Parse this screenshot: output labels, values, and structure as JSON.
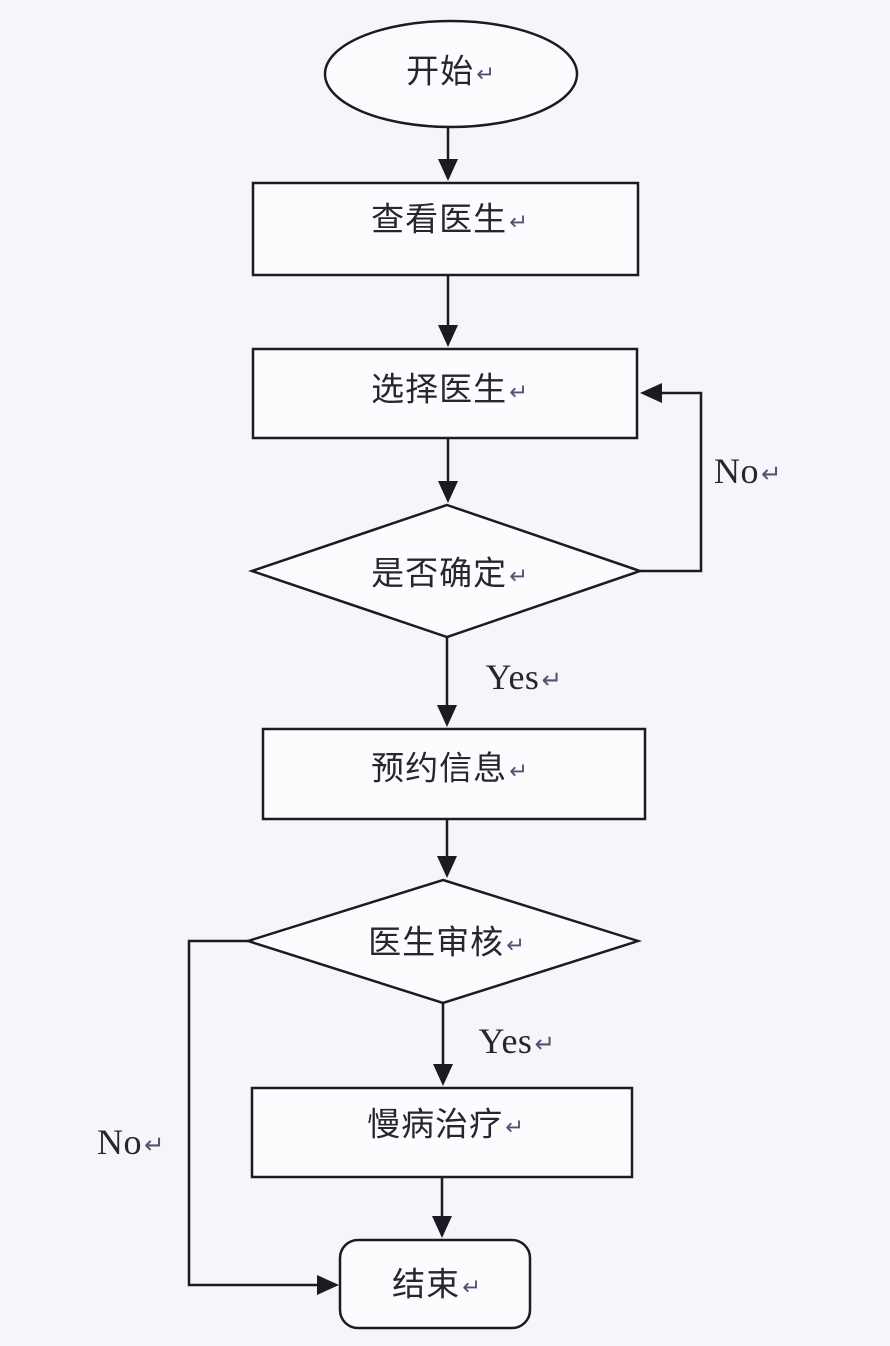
{
  "flowchart": {
    "colors": {
      "background": "#f5f6fa",
      "shape_fill": "#fcfcfe",
      "line": "#1b1b24",
      "text": "#26262e",
      "return_mark": "#5a4e72"
    },
    "nodes": {
      "start": {
        "type": "terminator",
        "label": "开始",
        "mark": "↵"
      },
      "view_doctor": {
        "type": "process",
        "label": "查看医生",
        "mark": "↵"
      },
      "select_doctor": {
        "type": "process",
        "label": "选择医生",
        "mark": "↵"
      },
      "confirm": {
        "type": "decision",
        "label": "是否确定",
        "mark": "↵"
      },
      "appointment_info": {
        "type": "process",
        "label": "预约信息",
        "mark": "↵"
      },
      "doctor_review": {
        "type": "decision",
        "label": "医生审核",
        "mark": "↵"
      },
      "chronic_treatment": {
        "type": "process",
        "label": "慢病治疗",
        "mark": "↵"
      },
      "end": {
        "type": "terminator",
        "label": "结束",
        "mark": "↵"
      }
    },
    "edge_labels": {
      "confirm_no": {
        "label": "No",
        "mark": "↵"
      },
      "confirm_yes": {
        "label": "Yes",
        "mark": "↵"
      },
      "review_yes": {
        "label": "Yes",
        "mark": "↵"
      },
      "review_no": {
        "label": "No",
        "mark": "↵"
      }
    }
  }
}
